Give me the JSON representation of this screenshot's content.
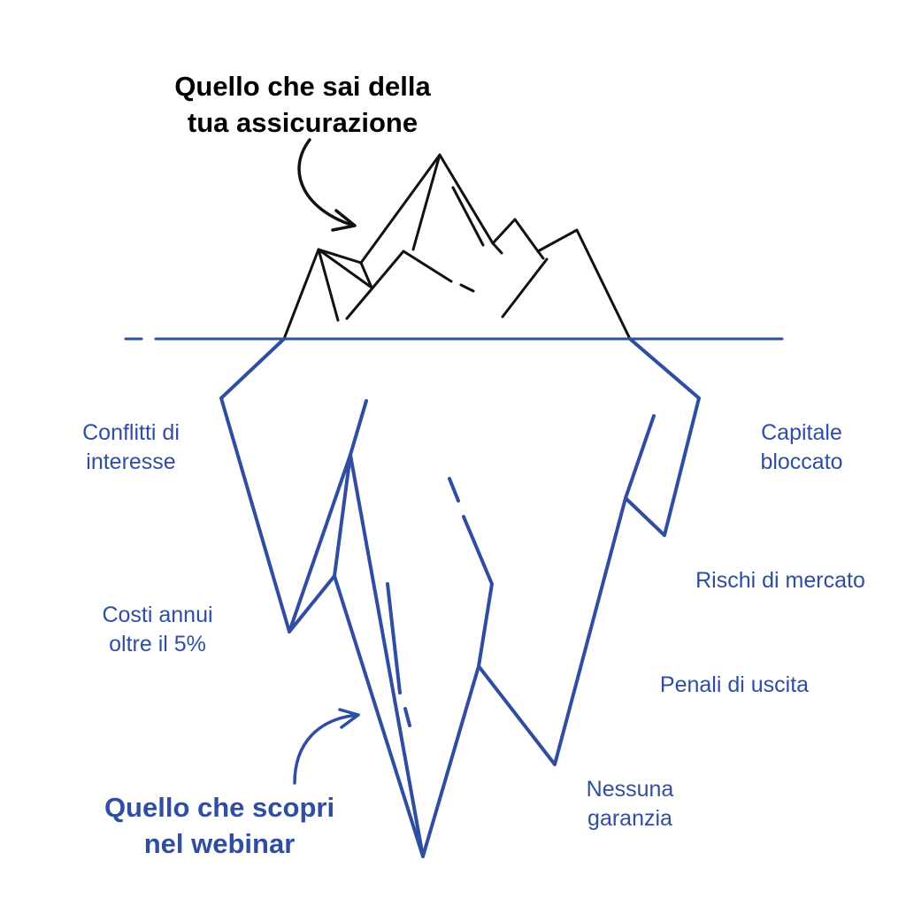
{
  "headings": {
    "above": "Quello che sai della\ntua assicurazione",
    "below": "Quello che scopri\nnel webinar"
  },
  "risks": {
    "conflicts": "Conflitti di\ninteresse",
    "capital": "Capitale\nbloccato",
    "market": "Rischi di mercato",
    "costs": "Costi annui\noltre il 5%",
    "penalties": "Penali di uscita",
    "guarantee": "Nessuna\ngaranzia"
  },
  "colors": {
    "above_water": "#111111",
    "below_water": "#2f4ea2"
  }
}
